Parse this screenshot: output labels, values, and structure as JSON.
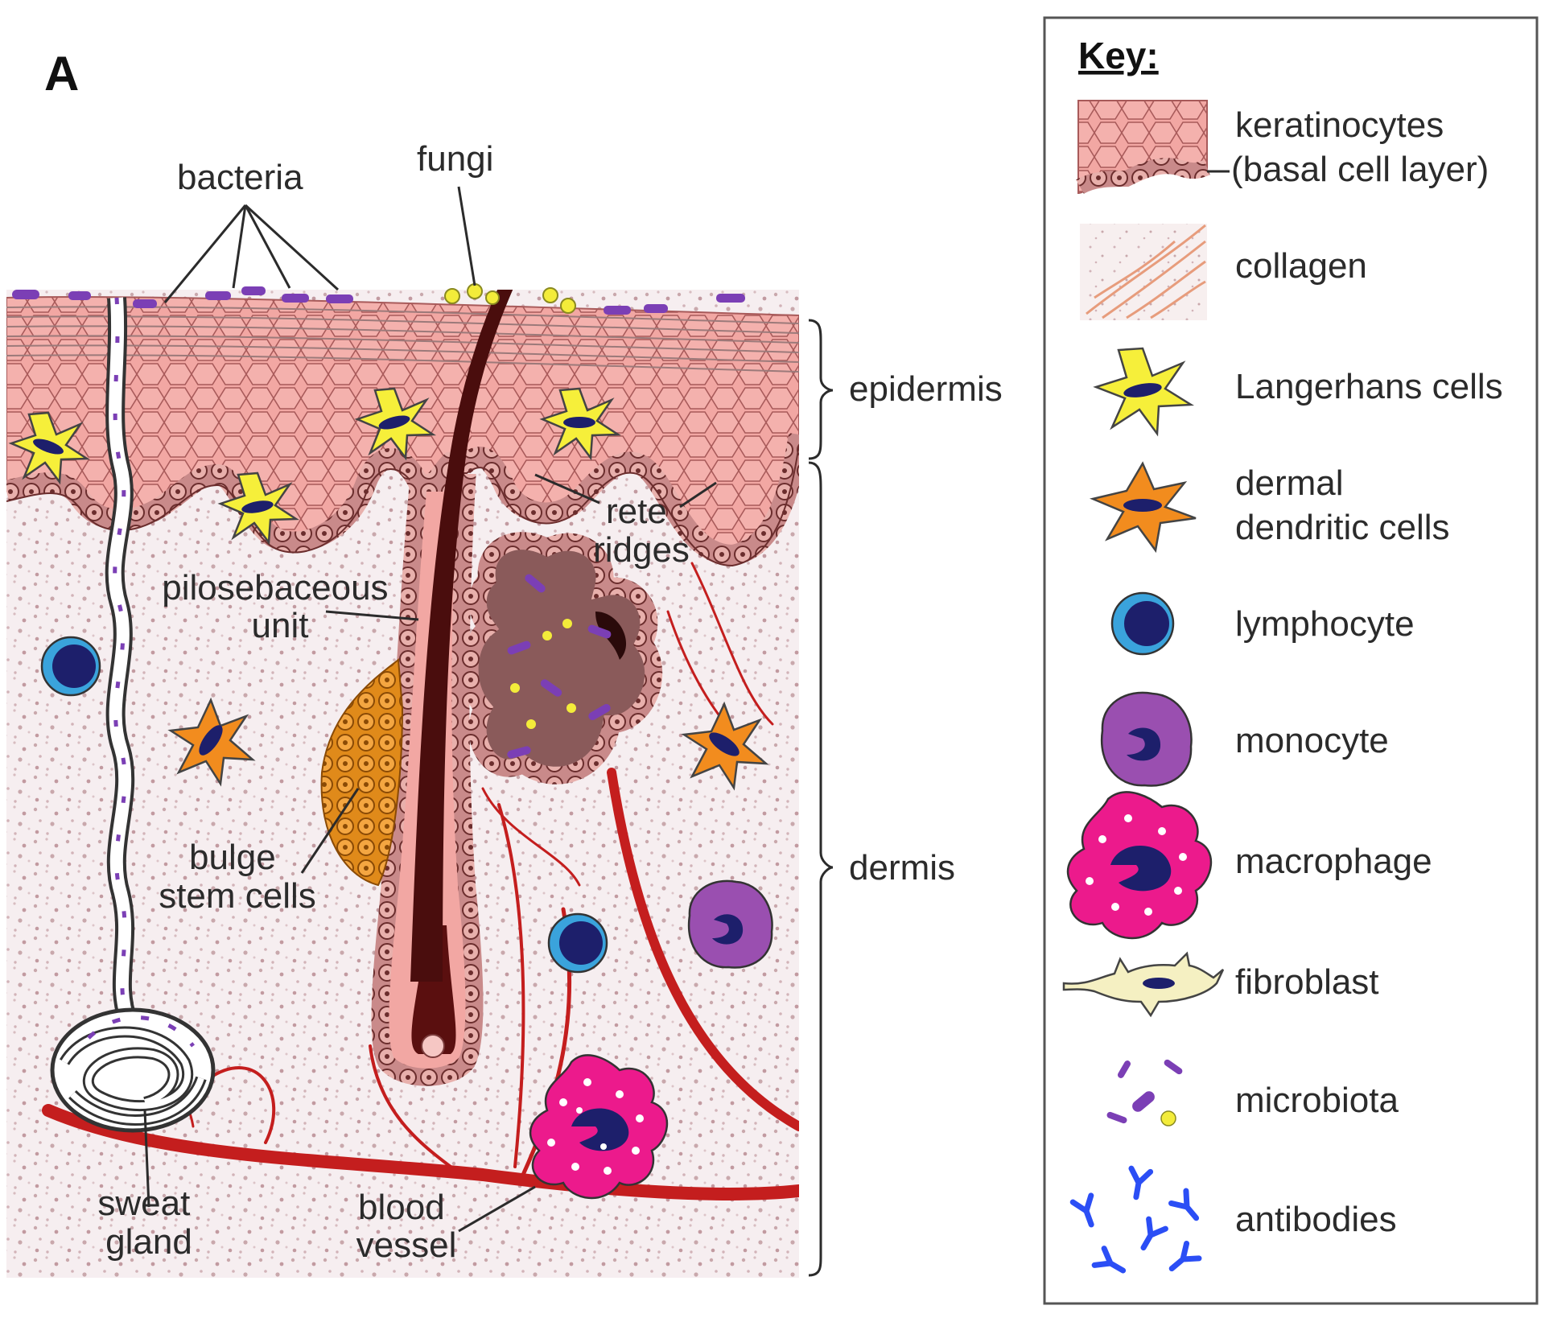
{
  "panel_label": "A",
  "labels": {
    "bacteria": "bacteria",
    "fungi": "fungi",
    "epidermis": "epidermis",
    "dermis": "dermis",
    "rete_ridges": [
      "rete",
      "ridges"
    ],
    "pilosebaceous_unit": [
      "pilosebaceous",
      "unit"
    ],
    "bulge_stem_cells": [
      "bulge",
      "stem cells"
    ],
    "sweat_gland": [
      "sweat",
      "gland"
    ],
    "blood_vessel": [
      "blood",
      "vessel"
    ]
  },
  "key": {
    "title": "Key:",
    "items": [
      {
        "icon": "keratinocytes-icon",
        "lines": [
          "keratinocytes",
          "(basal cell layer)"
        ]
      },
      {
        "icon": "collagen-icon",
        "lines": [
          "collagen"
        ]
      },
      {
        "icon": "langerhans-cell-icon",
        "lines": [
          "Langerhans cells"
        ]
      },
      {
        "icon": "dermal-dendritic-cell-icon",
        "lines": [
          "dermal",
          "dendritic cells"
        ]
      },
      {
        "icon": "lymphocyte-icon",
        "lines": [
          "lymphocyte"
        ]
      },
      {
        "icon": "monocyte-icon",
        "lines": [
          "monocyte"
        ]
      },
      {
        "icon": "macrophage-icon",
        "lines": [
          "macrophage"
        ]
      },
      {
        "icon": "fibroblast-icon",
        "lines": [
          "fibroblast"
        ]
      },
      {
        "icon": "microbiota-icon",
        "lines": [
          "microbiota"
        ]
      },
      {
        "icon": "antibodies-icon",
        "lines": [
          "antibodies"
        ]
      }
    ]
  },
  "colors": {
    "epidermis_pink": "#f2a7a3",
    "cell_outline": "#7a3a3a",
    "dermis_speckle": "#c9a8ac",
    "hair_shaft": "#4a0d0d",
    "blood_vessel": "#c41e1e",
    "bacteria_purple": "#7b3fb5",
    "langerhans_yellow": "#f6ef3a",
    "dendritic_orange": "#f28c1e",
    "nucleus_navy": "#1d1f6b",
    "lymphocyte_blue": "#3aa3dc",
    "monocyte_purple": "#9a4fb0",
    "macrophage_pink": "#ec1a8c",
    "fibroblast_cream": "#f5f0c2",
    "antibody_blue": "#2b4ef5",
    "fungi_yellow": "#f3ec3a"
  }
}
